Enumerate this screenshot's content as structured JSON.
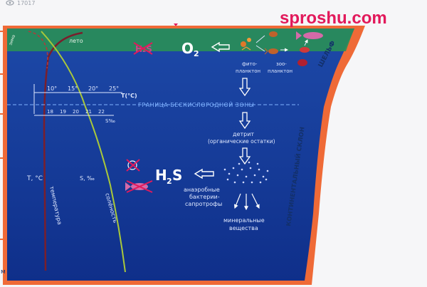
{
  "topbar": {
    "views": "17017"
  },
  "watermark": "sproshu.com",
  "surface": {
    "summer": "лето",
    "winter": "зима",
    "shelf": "ШЕЛЬФ"
  },
  "formula": {
    "o2": "O",
    "o2_sub": "2",
    "h2s_h": "H",
    "h2s_sub": "2",
    "h2s_s": "S"
  },
  "plankton": {
    "phyto_1": "фито-",
    "phyto_2": "планктон",
    "zoo_1": "зоо-",
    "zoo_2": "планктон"
  },
  "temp_scale": {
    "ticks": [
      "10°",
      "15°",
      "20°",
      "25°"
    ],
    "unit": "T(°C)"
  },
  "sal_scale": {
    "ticks": [
      "18",
      "19",
      "20",
      "21",
      "22"
    ],
    "unit": "S‰"
  },
  "anoxic_boundary": "ГРАНИЦА БЕСКИСЛОРОДНОЙ ЗОНЫ",
  "detritus": {
    "line1": "детрит",
    "line2": "(органические остатки)"
  },
  "bacteria": {
    "line1": "анаэробные",
    "line2": "бактерии-",
    "line3": "сапротрофы"
  },
  "minerals": {
    "line1": "минеральные",
    "line2": "вещества"
  },
  "axes": {
    "temp_label": "T, °C",
    "sal_label": "S, ‰",
    "temp_curve_label": "температура",
    "sal_curve_label": "солёность",
    "depth_unit": "м"
  },
  "slope_label": "КОНТИНЕНТАЛЬНЫЙ СКЛОН",
  "colors": {
    "sea": "#1b3f9c",
    "deep": "#122e86",
    "shelf_water": "#2a8f57",
    "coast": "#ef6a37",
    "watermark": "#e2195b",
    "salinity_curve": "#a9c83a",
    "temperature_curve": "#7a1f2c"
  },
  "icons": [
    "eye-icon",
    "fish-icon",
    "crossed-fish-icon",
    "crossed-o2-icon",
    "arrow-left-icon",
    "arrow-down-icon",
    "bacteria-dots-icon"
  ]
}
